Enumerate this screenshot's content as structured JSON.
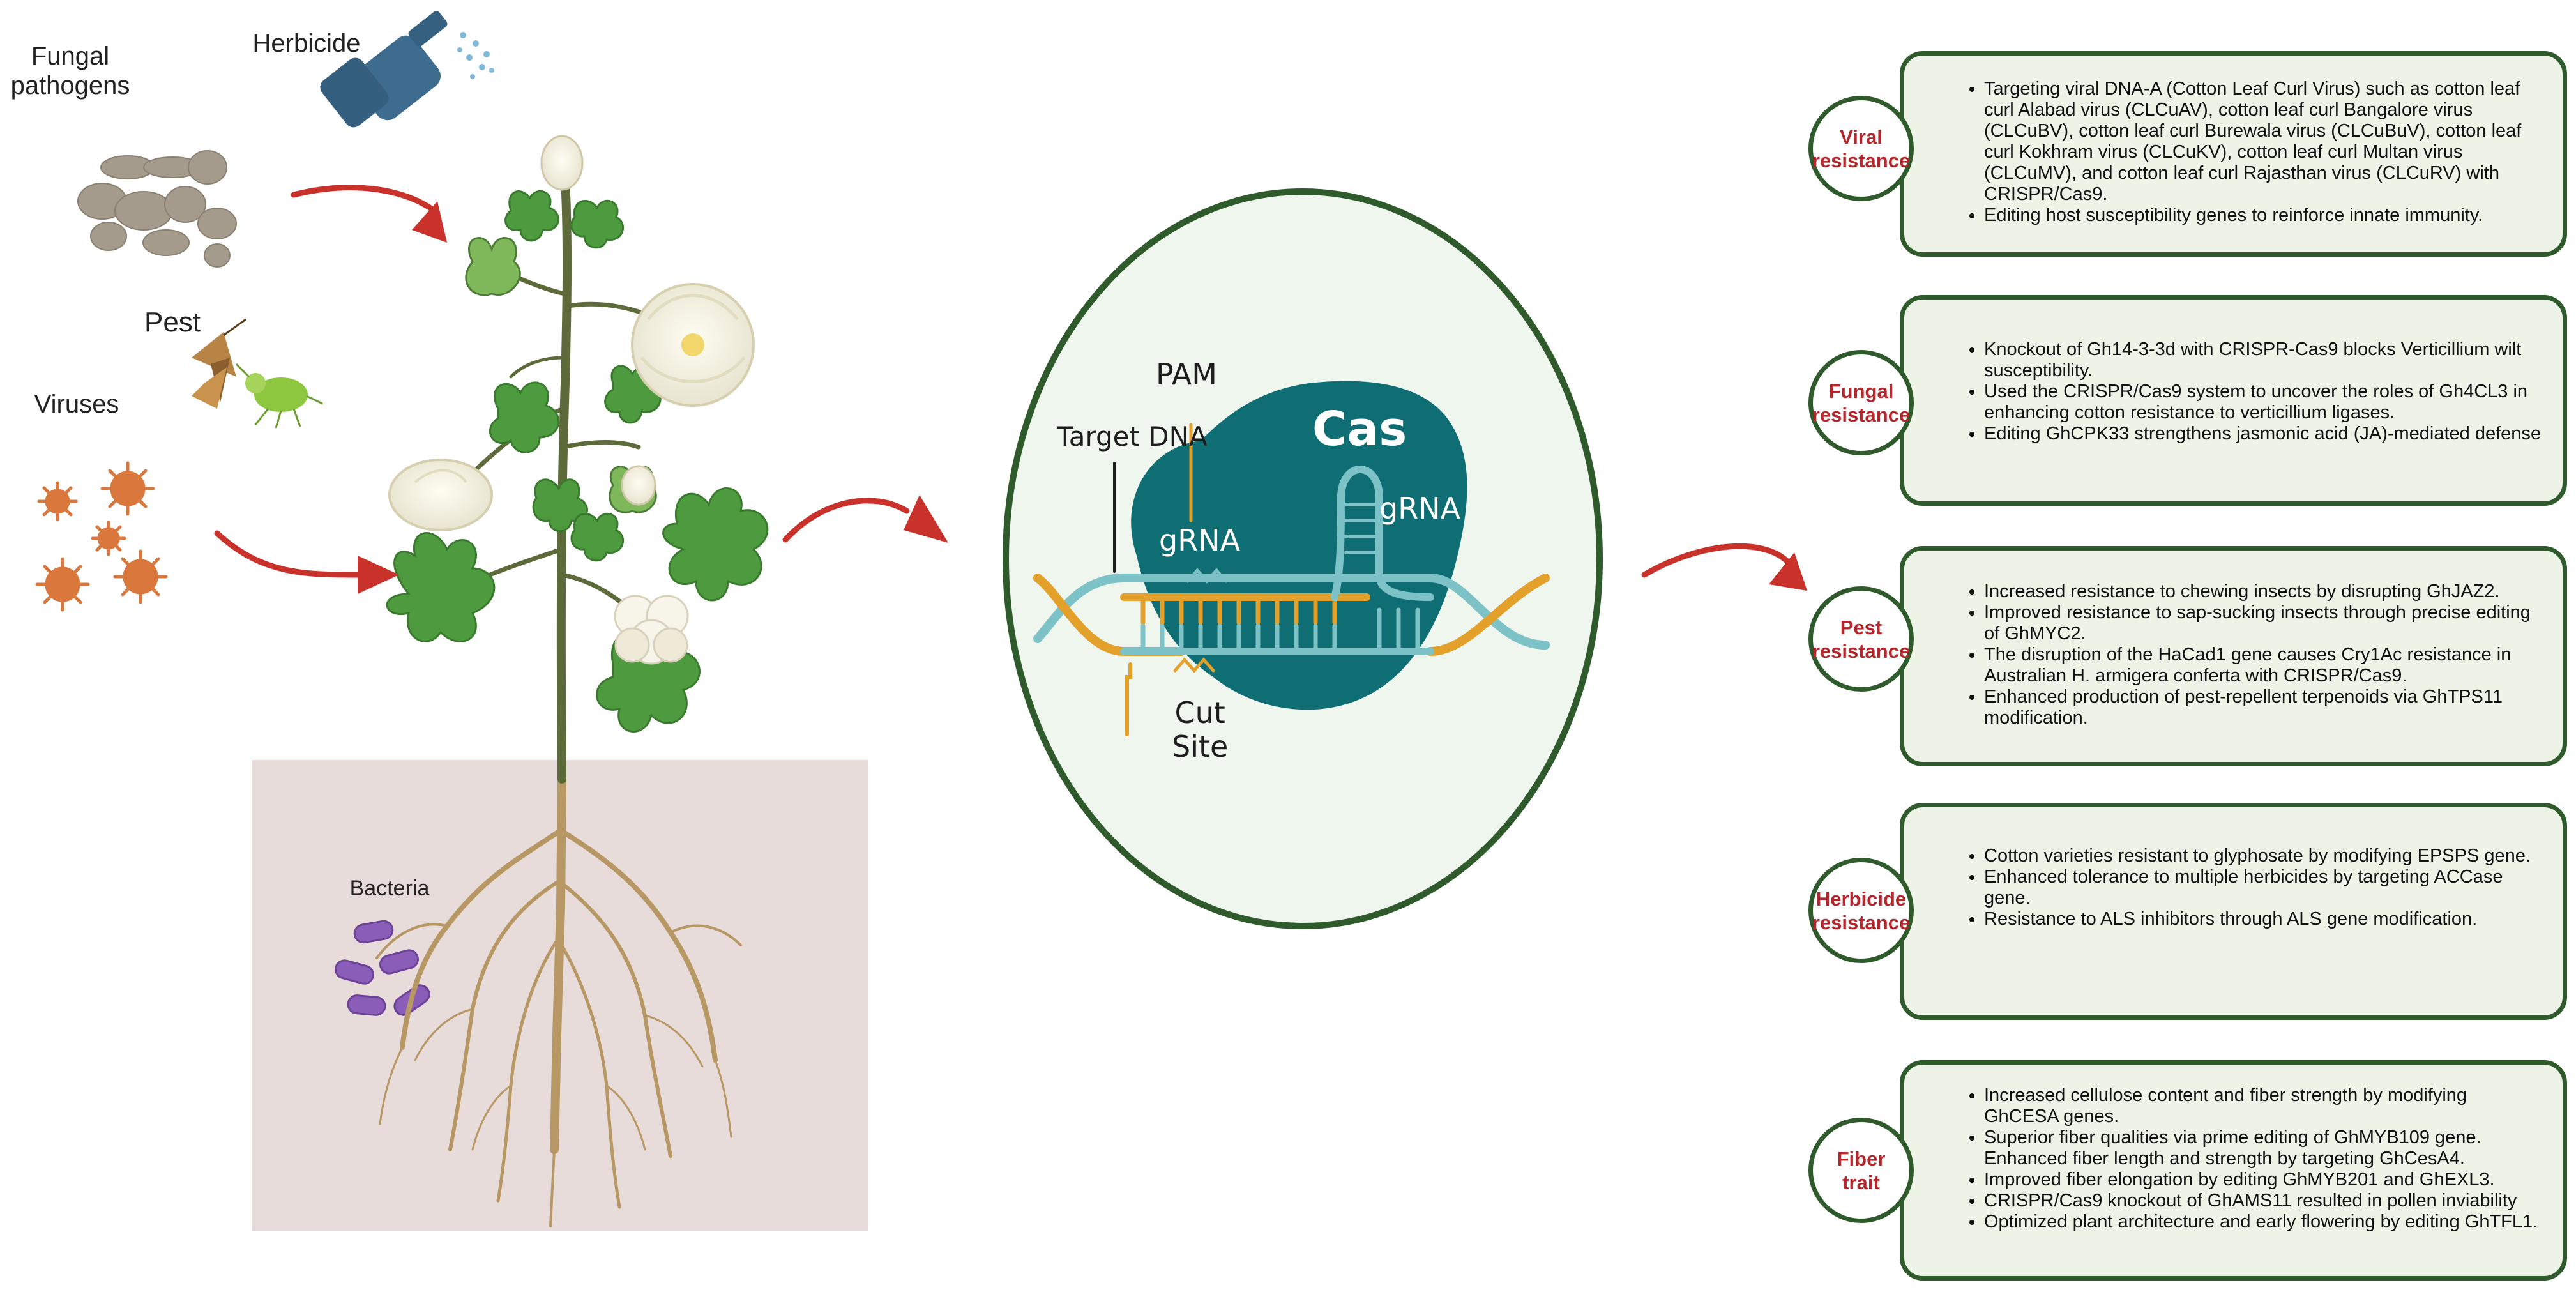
{
  "threats": {
    "fungal_pathogens": "Fungal\npathogens",
    "herbicide": "Herbicide",
    "pest": "Pest",
    "viruses": "Viruses",
    "bacteria": "Bacteria"
  },
  "crispr": {
    "pam": "PAM",
    "target_dna": "Target DNA",
    "cas": "Cas",
    "grna_left": "gRNA",
    "grna_right": "gRNA",
    "cut_site": "Cut\nSite"
  },
  "panels": [
    {
      "badge": "Viral\nresistance",
      "items": [
        "Targeting viral DNA-A (Cotton Leaf Curl Virus) such as cotton leaf curl Alabad virus (CLCuAV), cotton leaf curl Bangalore virus (CLCuBV), cotton leaf curl Burewala virus (CLCuBuV), cotton leaf curl Kokhram virus (CLCuKV), cotton leaf curl Multan virus (CLCuMV), and cotton leaf curl Rajasthan virus (CLCuRV) with CRISPR/Cas9.",
        "Editing host susceptibility genes to reinforce innate immunity."
      ]
    },
    {
      "badge": "Fungal\nresistance",
      "items": [
        "Knockout of Gh14-3-3d with CRISPR-Cas9 blocks Verticillium wilt susceptibility.",
        "Used the CRISPR/Cas9 system to uncover the roles of Gh4CL3 in enhancing cotton resistance to verticillium ligases.",
        "Editing GhCPK33 strengthens jasmonic acid (JA)-mediated defense"
      ]
    },
    {
      "badge": "Pest\nresistance",
      "items": [
        "Increased resistance to chewing insects by disrupting GhJAZ2.",
        "Improved resistance to sap-sucking insects through precise editing of GhMYC2.",
        "The disruption of the HaCad1 gene causes Cry1Ac resistance in Australian H. armigera conferta with CRISPR/Cas9.",
        "Enhanced production of pest-repellent terpenoids via GhTPS11 modification."
      ]
    },
    {
      "badge": "Herbicide\nresistance",
      "items": [
        "Cotton varieties resistant to glyphosate by modifying EPSPS gene.",
        "Enhanced tolerance to multiple herbicides by targeting ACCase gene.",
        "Resistance to ALS inhibitors through ALS gene modification."
      ]
    },
    {
      "badge": "Fiber\ntrait",
      "items": [
        "Increased cellulose content and fiber strength by modifying GhCESA genes.",
        "Superior fiber qualities via prime editing of GhMYB109 gene. Enhanced fiber length and strength by targeting GhCesA4.",
        "Improved fiber elongation by editing GhMYB201 and GhEXL3.",
        "CRISPR/Cas9 knockout of GhAMS11 resulted in pollen inviability",
        "Optimized plant architecture and early flowering by editing GhTFL1."
      ]
    }
  ],
  "colors": {
    "panel_border": "#2f5a2b",
    "panel_fill": "#eef3e8",
    "badge_text": "#b3262b",
    "arrow": "#c8322b",
    "cas_protein": "#0f6e74",
    "ellipse_border": "#2f5a2b",
    "ellipse_fill": "#eef6ee",
    "dna_gold": "#e3a02a",
    "dna_teal": "#7cc2c6",
    "leaf": "#4e9a3f",
    "soil": "#e8dcda",
    "root": "#b79864",
    "bacteria": "#8a5db8",
    "virus": "#d9773d",
    "sprayer": "#3e6c8e"
  },
  "icons": [
    "sprayer-icon",
    "fungus-icon",
    "moth-icon",
    "aphid-icon",
    "virus-icon",
    "bacteria-icon",
    "cotton-plant-icon",
    "arrow-icon"
  ]
}
